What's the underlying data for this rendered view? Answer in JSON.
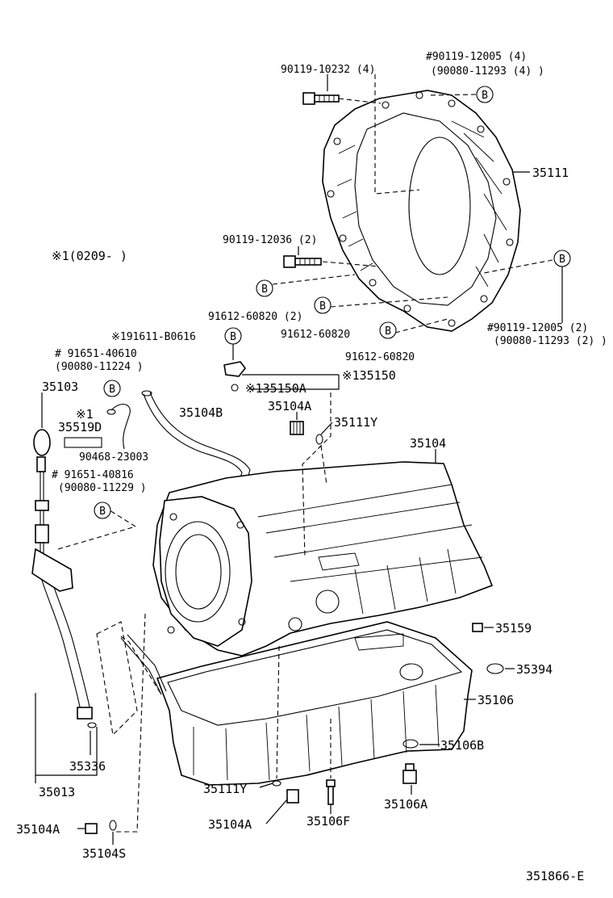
{
  "labels": {
    "bolt_10232": "90119-10232 (4)",
    "bolt_12005_top": "#90119-12005 (4)",
    "bolt_11293_top": "(90080-11293 (4) )",
    "housing": "35111",
    "bolt_12036": "90119-12036 (2)",
    "note": "※1(0209-        )",
    "pin_60820_2": "91612-60820 (2)",
    "pin_60820_a": "91612-60820",
    "pin_60820_b": "91612-60820",
    "bolt_12005_right": "#90119-12005 (2)",
    "bolt_11293_right": "(90080-11293 (2) )",
    "bolt_b0616": "※191611-B0616",
    "bolt_40610": "# 91651-40610",
    "bolt_11224": "(90080-11224 )",
    "sensor_135150a": "※135150A",
    "sensor_135150": "※135150",
    "gauge": "35103",
    "plug_104a_top": "35104A",
    "pipe_104b": "35104B",
    "note_ref": "※1",
    "label_519d": "35519D",
    "clamp_23003": "90468-23003",
    "oring_111y_top": "35111Y",
    "transmission": "35104",
    "bolt_40816": "# 91651-40816",
    "bolt_11229": "(90080-11229 )",
    "gasket_159": "35159",
    "ring_394": "35394",
    "pan": "35106",
    "gasket_106b": "35106B",
    "oring_336": "35336",
    "tube_013": "35013",
    "oring_111y_bottom": "35111Y",
    "plug_106a": "35106A",
    "plug_104a_bottom": "35104A",
    "bolt_106f": "35106F",
    "plug_104a_left": "35104A",
    "seal_104s": "35104S",
    "ref_b": "B",
    "diagram_code": "351866-E"
  }
}
